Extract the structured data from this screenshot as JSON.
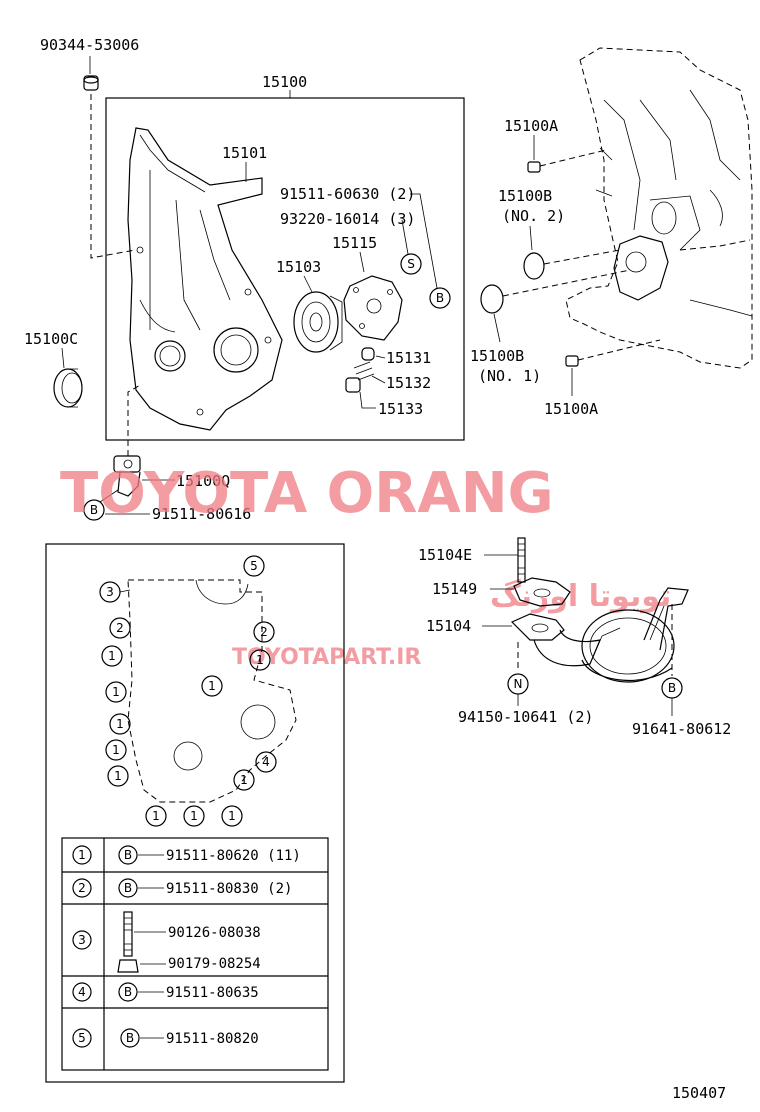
{
  "callouts": {
    "p90344": "90344-53006",
    "p15100": "15100",
    "p15101": "15101",
    "p91511_60630": "91511-60630 (2)",
    "p93220": "93220-16014 (3)",
    "p15115": "15115",
    "p15103": "15103",
    "p15131": "15131",
    "p15132": "15132",
    "p15133": "15133",
    "p15100C": "15100C",
    "p15100Q": "15100Q",
    "p91511_80616": "91511-80616",
    "p15100A_top": "15100A",
    "p15100B_no2": "15100B",
    "no2": "(NO. 2)",
    "p15100B_no1": "15100B",
    "no1": "(NO. 1)",
    "p15100A_bottom": "15100A",
    "p15104E": "15104E",
    "p15149": "15149",
    "p15104": "15104",
    "p94150": "94150-10641 (2)",
    "p91641": "91641-80612"
  },
  "markers": {
    "S": "S",
    "B": "B",
    "N": "N"
  },
  "bolt_numbers": {
    "one": "1",
    "two": "2",
    "three": "3",
    "four": "4",
    "five": "5"
  },
  "legend": [
    {
      "num": "1",
      "icon": "B",
      "part": "91511-80620 (11)"
    },
    {
      "num": "2",
      "icon": "B",
      "part": "91511-80830 (2)"
    },
    {
      "num": "3",
      "icon": "",
      "part": "90126-08038",
      "part2": "90179-08254"
    },
    {
      "num": "4",
      "icon": "B",
      "part": "91511-80635"
    },
    {
      "num": "5",
      "icon": "B",
      "part": "91511-80820"
    }
  ],
  "watermark": {
    "main": "TOYOTA ORANG",
    "arabic": "تويوتا اورنگ",
    "site": "TOYOTAPART.IR"
  },
  "figure_number": "150407"
}
